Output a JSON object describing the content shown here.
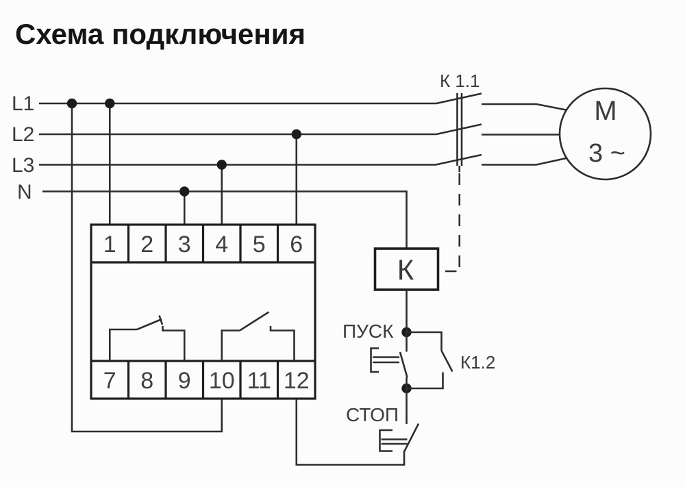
{
  "title": "Схема подключения",
  "colors": {
    "background": "#fcfcfc",
    "wire": "#2d2d2d",
    "device_outline": "#1f1f1f",
    "text": "#3b3b3b",
    "title_text": "#151515"
  },
  "power_lines": {
    "l1": "L1",
    "l2": "L2",
    "l3": "L3",
    "n": "N"
  },
  "device": {
    "top_terminals": [
      "1",
      "2",
      "3",
      "4",
      "5",
      "6"
    ],
    "bottom_terminals": [
      "7",
      "8",
      "9",
      "10",
      "11",
      "12"
    ]
  },
  "contactor": {
    "main_contacts_label": "К 1.1",
    "coil_label": "К",
    "aux_contact_label": "К1.2"
  },
  "buttons": {
    "start_label": "ПУСК",
    "stop_label": "СТОП"
  },
  "motor": {
    "designation": "М",
    "phases": "3 ~"
  }
}
